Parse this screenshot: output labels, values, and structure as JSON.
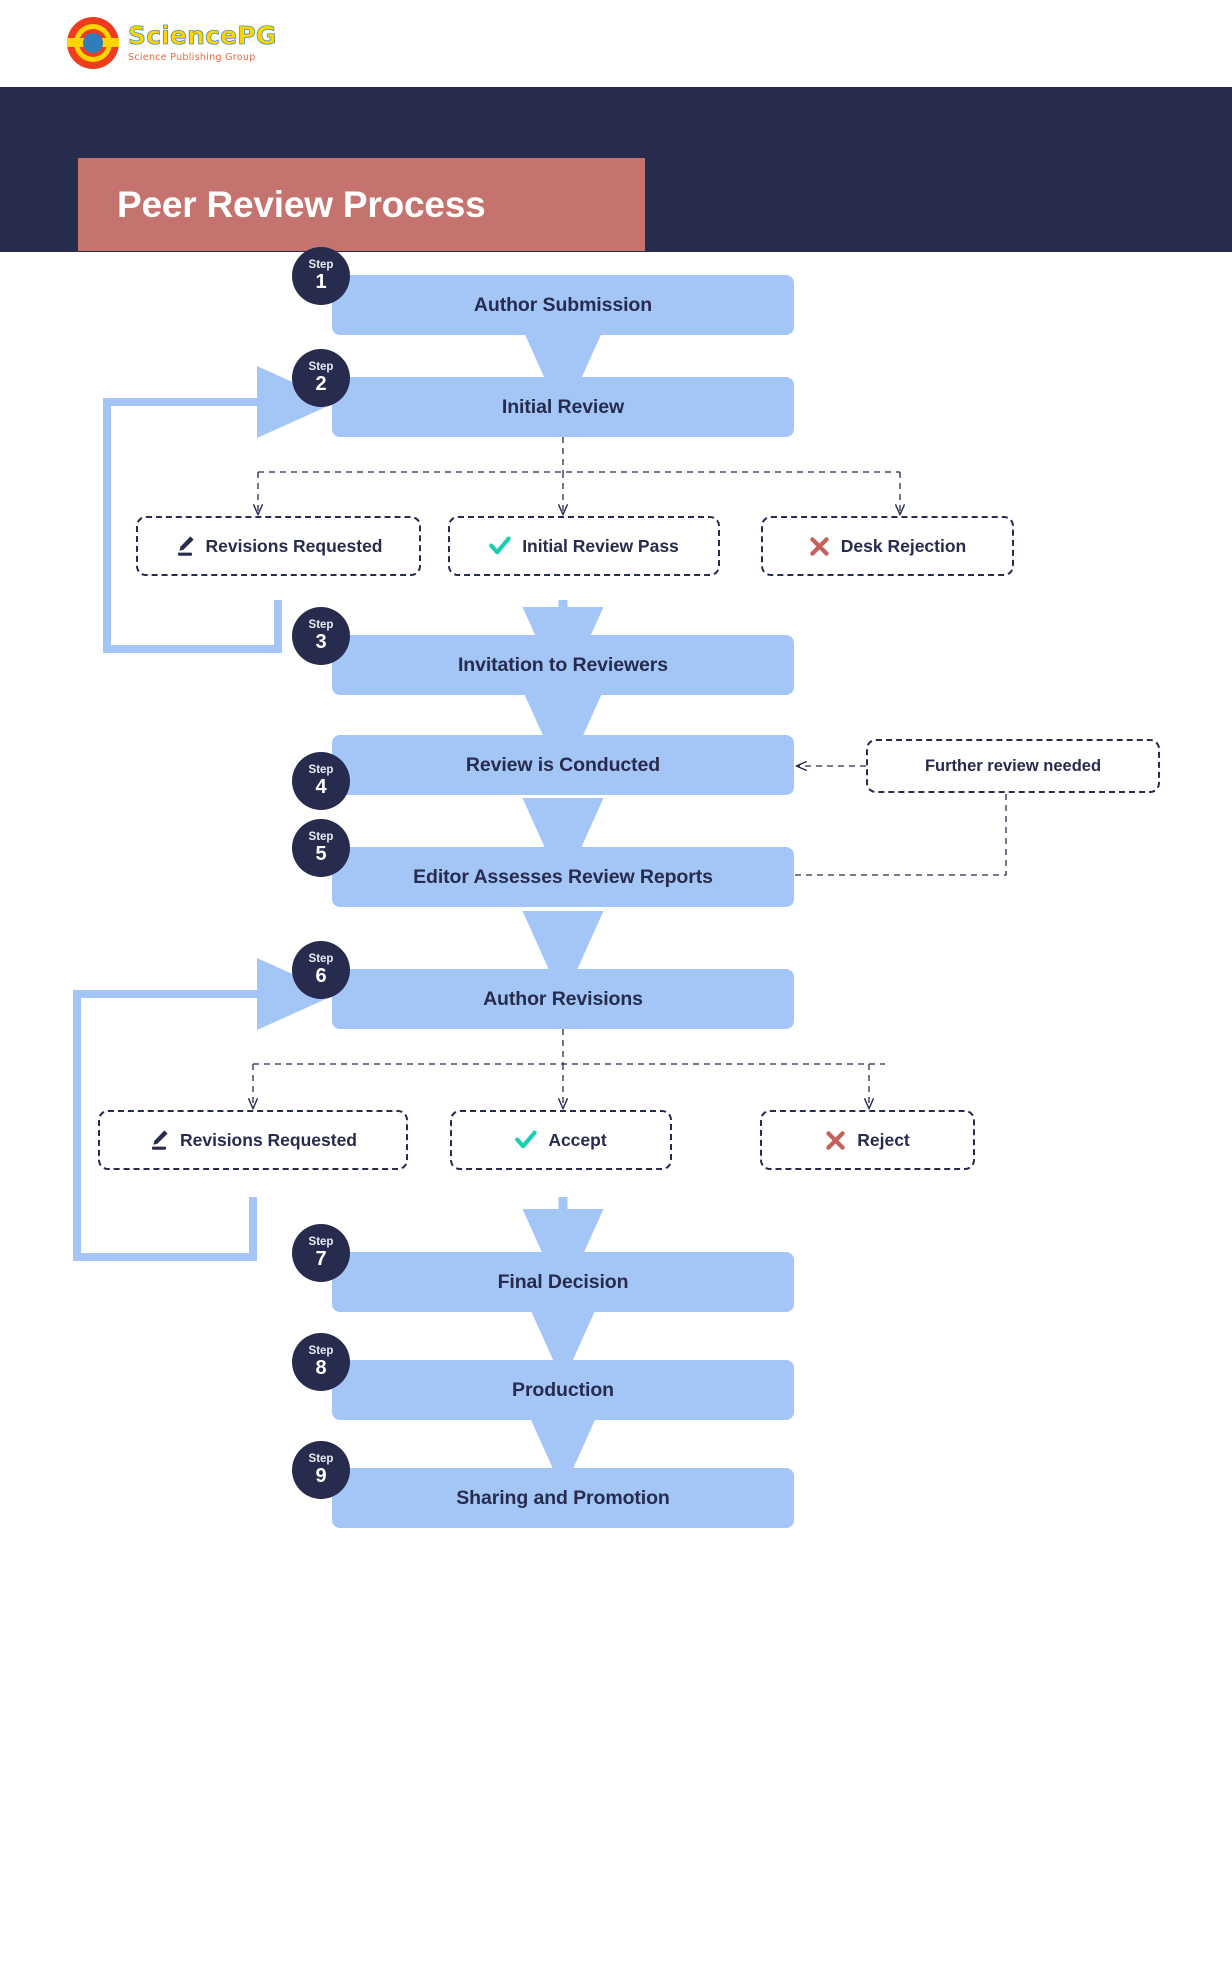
{
  "brand": {
    "logo_icon": "sciencepg-circle-logo",
    "name": "SciencePG",
    "tagline": "Science Publishing Group"
  },
  "header": {
    "title": "Peer Review Process",
    "band_color": "#272b4d",
    "plate_color": "#c4736e",
    "title_color": "#ffffff"
  },
  "theme": {
    "step_fill": "#a4c6f7",
    "step_text": "#272b4d",
    "badge_fill": "#272b4d",
    "arrow_blue": "#a4c6f7",
    "dashed_stroke": "#272b4d",
    "check_teal": "#18cfb0",
    "cross_red": "#c4605c",
    "pencil_navy": "#272b4d"
  },
  "flowchart": {
    "type": "flowchart",
    "step_word": "Step",
    "steps": [
      {
        "n": "1",
        "label": "Author Submission"
      },
      {
        "n": "2",
        "label": "Initial Review"
      },
      {
        "n": "3",
        "label": "Invitation to Reviewers"
      },
      {
        "n": "4",
        "label": "Review is Conducted"
      },
      {
        "n": "5",
        "label": "Editor Assesses Review Reports"
      },
      {
        "n": "6",
        "label": "Author Revisions"
      },
      {
        "n": "7",
        "label": "Final Decision"
      },
      {
        "n": "8",
        "label": "Production"
      },
      {
        "n": "9",
        "label": "Sharing and Promotion"
      }
    ],
    "branch_group_1": {
      "from_step": "2",
      "options": [
        {
          "label": "Revisions Requested",
          "icon": "pencil-icon"
        },
        {
          "label": "Initial Review Pass",
          "icon": "check-icon"
        },
        {
          "label": "Desk Rejection",
          "icon": "cross-icon"
        }
      ]
    },
    "branch_group_2": {
      "from_step": "6",
      "options": [
        {
          "label": "Revisions Requested",
          "icon": "pencil-icon"
        },
        {
          "label": "Accept",
          "icon": "check-icon"
        },
        {
          "label": "Reject",
          "icon": "cross-icon"
        }
      ]
    },
    "side_note": {
      "label": "Further review needed",
      "points_to_step": "4",
      "comes_from_step": "5"
    },
    "loopbacks": [
      {
        "from": "Revisions Requested (1)",
        "to_step": "2"
      },
      {
        "from": "Revisions Requested (2)",
        "to_step": "6"
      }
    ]
  }
}
